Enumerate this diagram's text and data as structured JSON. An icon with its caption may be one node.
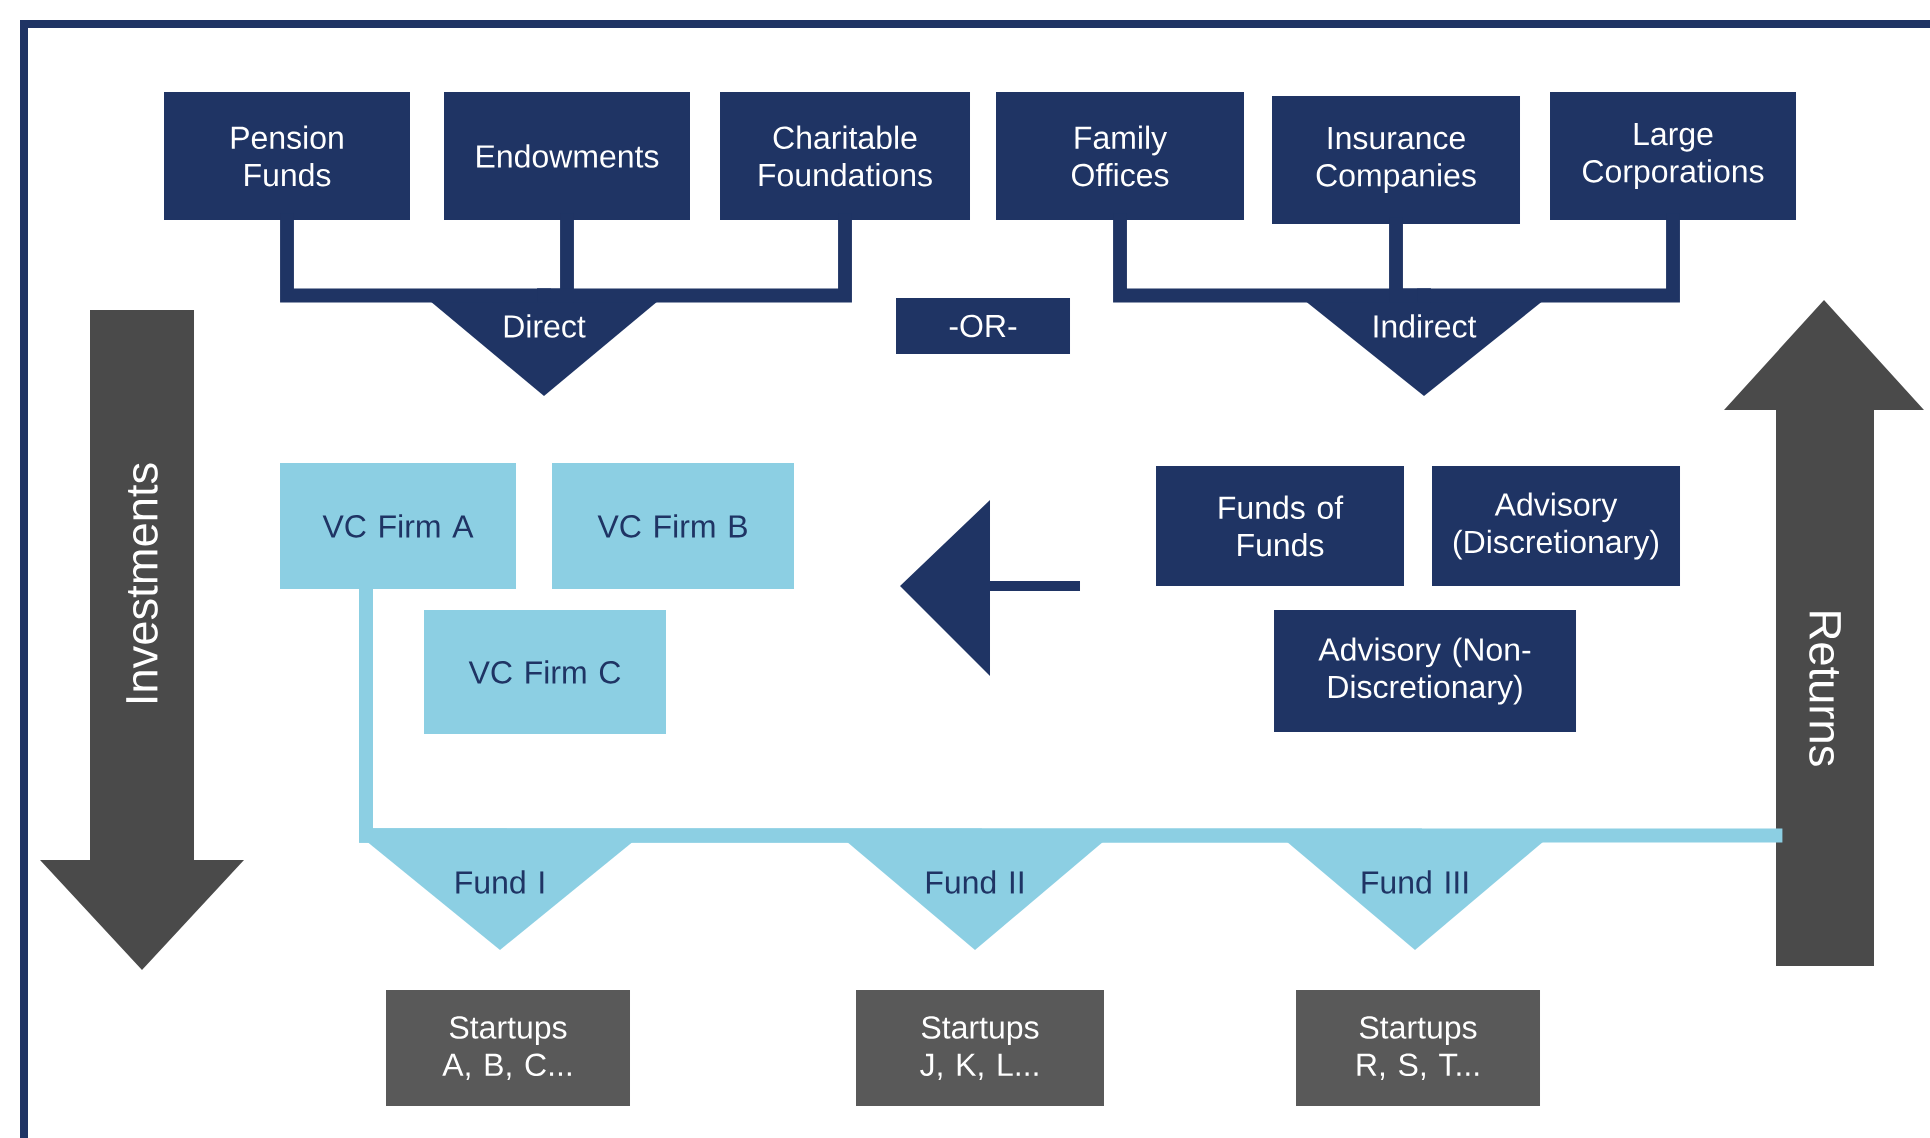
{
  "diagram": {
    "nodes": [
      {
        "text": [
          "Pension Funds"
        ]
      },
      {
        "text": [
          "Endowments"
        ]
      },
      {
        "text": [
          "Charitable Foundations"
        ]
      },
      {
        "text": [
          "Family Offices"
        ]
      },
      {
        "text": [
          "Insurance Companies"
        ]
      },
      {
        "text": [
          "Large Corporations"
        ]
      },
      {
        "text": [
          "Direct"
        ]
      },
      {
        "text": [
          "-OR-"
        ]
      },
      {
        "text": [
          "Indirect"
        ]
      },
      {
        "text": [
          "VC Firm A"
        ]
      },
      {
        "text": [
          "VC Firm B"
        ]
      },
      {
        "text": [
          "VC Firm C"
        ]
      },
      {
        "text": [
          "Funds of Funds"
        ]
      },
      {
        "text": [
          "Advisory (Discretionary)"
        ]
      },
      {
        "text": [
          "Advisory (Non-Discretionary)"
        ]
      },
      {
        "text": [
          "Fund I"
        ]
      },
      {
        "text": [
          "Fund II"
        ]
      },
      {
        "text": [
          "Fund III"
        ]
      },
      {
        "text": [
          "Startups A, B, C..."
        ]
      },
      {
        "text": [
          "Startups J, K, L..."
        ]
      },
      {
        "text": [
          "Startups R, S, T..."
        ]
      },
      {
        "text": [
          "Investments"
        ]
      },
      {
        "text": [
          "Returns"
        ]
      }
    ],
    "edges": [
      {
        "from": 0,
        "to": 6,
        "arrow": "none"
      },
      {
        "from": 1,
        "to": 6,
        "arrow": "none"
      },
      {
        "from": 2,
        "to": 6,
        "arrow": "none"
      },
      {
        "from": 3,
        "to": 8,
        "arrow": "none"
      },
      {
        "from": 4,
        "to": 8,
        "arrow": "none"
      },
      {
        "from": 5,
        "to": 8,
        "arrow": "none"
      },
      {
        "from": 9,
        "to": 15,
        "arrow": "none",
        "color": "#8ccfe3"
      },
      {
        "from": 9,
        "to": 16,
        "arrow": "none",
        "color": "#8ccfe3"
      },
      {
        "from": 9,
        "to": 17,
        "arrow": "none",
        "color": "#8ccfe3"
      },
      {
        "from": 9,
        "to": 22,
        "arrow": "none",
        "color": "#8ccfe3"
      }
    ]
  }
}
